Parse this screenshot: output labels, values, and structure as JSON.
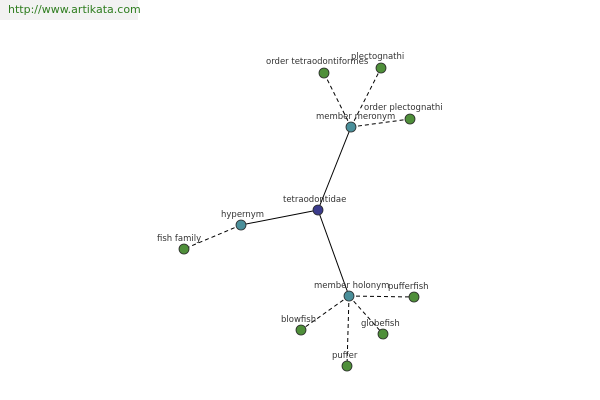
{
  "watermark": "http://www.artikata.com",
  "colors": {
    "center": "#3b3b8c",
    "relation": "#4a8f9a",
    "leaf": "#4f8f3a"
  },
  "labels": {
    "center": "tetraodontidae",
    "hypernym": "hypernym",
    "fish_family": "fish family",
    "member_meronym": "member meronym",
    "order_tetraodontiformes": "order tetraodontiformes",
    "plectognathi": "plectognathi",
    "order_plectognathi": "order plectognathi",
    "member_holonym": "member holonym",
    "pufferfish": "pufferfish",
    "blowfish": "blowfish",
    "globefish": "globefish",
    "puffer": "puffer"
  }
}
